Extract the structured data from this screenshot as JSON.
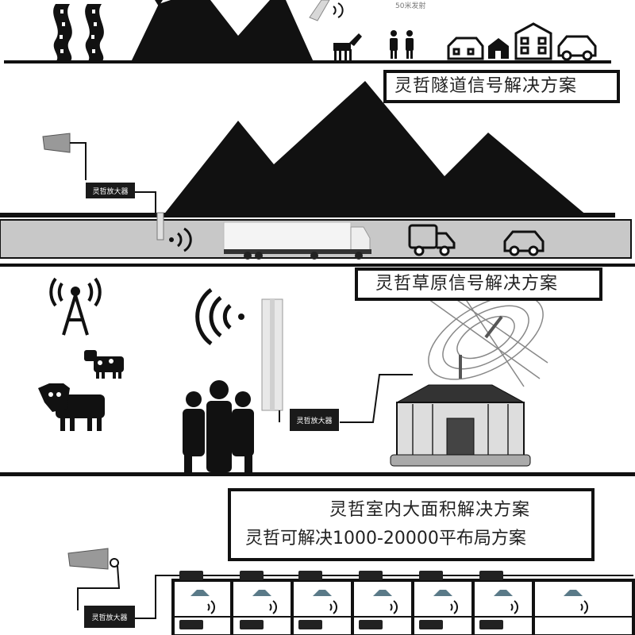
{
  "top_banner": {
    "partial_caption": "50米发射"
  },
  "tunnel": {
    "title": "灵哲隧道信号解决方案",
    "amplifier_label": "灵哲放大器"
  },
  "grassland": {
    "title": "灵哲草原信号解决方案",
    "amplifier_label": "灵哲放大器"
  },
  "indoor": {
    "title_line1": "灵哲室内大面积解决方案",
    "title_line2": "灵哲可解决1000-20000平布局方案",
    "amplifier_label": "灵哲放大器"
  },
  "colors": {
    "ink": "#111111",
    "road": "#c8c8c8",
    "panel": "#dcdcdc"
  }
}
